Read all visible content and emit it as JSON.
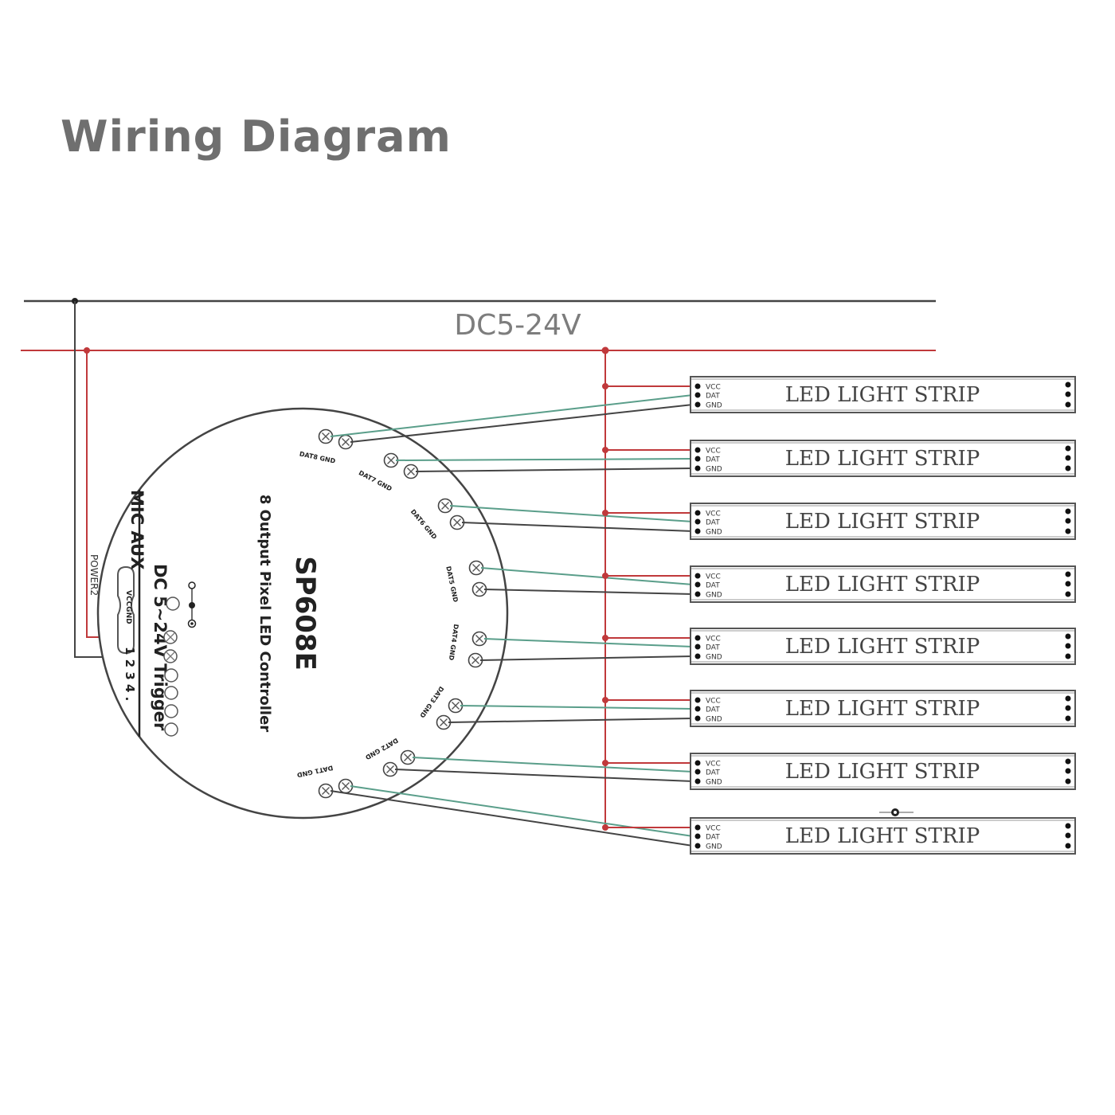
{
  "title": "Wiring Diagram",
  "supply_label": "DC5-24V",
  "controller": {
    "model": "SP608E",
    "subtitle": "8 Output Pixel LED Controller",
    "trigger_label": "DC 5~24V Trigger",
    "mic_aux_label": "MIC AUX",
    "power_label": "POWER2",
    "vcc_gnd_label": "VCCGND",
    "trigger_numbers": "1  2  3  4 .",
    "ports": [
      "DAT8 GND",
      "DAT7 GND",
      "DAT6 GND",
      "DAT5 GND",
      "DAT4 GND",
      "DAT3 GND",
      "DAT2 GND",
      "DAT1 GND"
    ]
  },
  "strip": {
    "label": "LED  LIGHT STRIP",
    "pins": [
      "VCC",
      "DAT",
      "GND"
    ],
    "count": 8
  },
  "colors": {
    "vcc_wire": "#c0393b",
    "gnd_wire": "#444444",
    "dat_wire": "#5a9e8a",
    "outline": "#555555"
  }
}
